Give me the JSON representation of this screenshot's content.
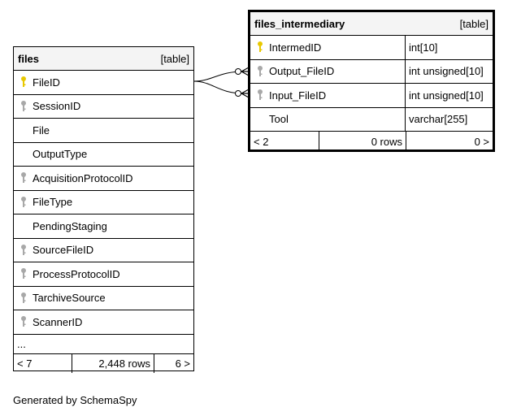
{
  "files": {
    "name": "files",
    "type_label": "[table]",
    "columns": [
      {
        "name": "FileID",
        "key": "primary"
      },
      {
        "name": "SessionID",
        "key": "foreign"
      },
      {
        "name": "File",
        "key": "none"
      },
      {
        "name": "OutputType",
        "key": "none"
      },
      {
        "name": "AcquisitionProtocolID",
        "key": "foreign"
      },
      {
        "name": "FileType",
        "key": "foreign"
      },
      {
        "name": "PendingStaging",
        "key": "none"
      },
      {
        "name": "SourceFileID",
        "key": "foreign"
      },
      {
        "name": "ProcessProtocolID",
        "key": "foreign"
      },
      {
        "name": "TarchiveSource",
        "key": "foreign"
      },
      {
        "name": "ScannerID",
        "key": "foreign"
      }
    ],
    "more": "...",
    "footer": {
      "parents": "< 7",
      "rows": "2,448 rows",
      "children": "6 >"
    }
  },
  "files_intermediary": {
    "name": "files_intermediary",
    "type_label": "[table]",
    "columns": [
      {
        "name": "IntermedID",
        "type": "int[10]",
        "key": "primary"
      },
      {
        "name": "Output_FileID",
        "type": "int unsigned[10]",
        "key": "foreign"
      },
      {
        "name": "Input_FileID",
        "type": "int unsigned[10]",
        "key": "foreign"
      },
      {
        "name": "Tool",
        "type": "varchar[255]",
        "key": "none"
      }
    ],
    "footer": {
      "parents": "< 2",
      "rows": "0 rows",
      "children": "0 >"
    }
  },
  "relationships": [
    {
      "from": "files.FileID",
      "to": "files_intermediary.Output_FileID"
    },
    {
      "from": "files.FileID",
      "to": "files_intermediary.Input_FileID"
    }
  ],
  "icon_colors": {
    "primary": "#e8c800",
    "foreign": "#a8a8a8"
  },
  "generated_by": "Generated by SchemaSpy"
}
